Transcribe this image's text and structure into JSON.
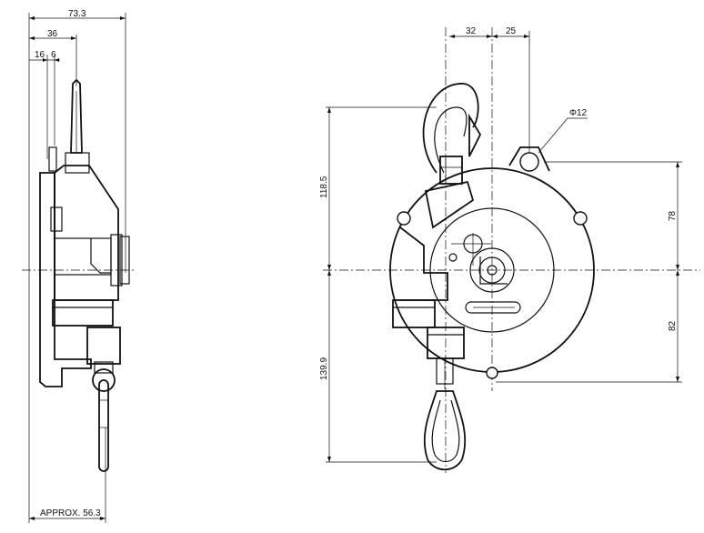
{
  "dimensions": {
    "overall_width": "73.3",
    "width_36": "36",
    "width_16": "16",
    "width_6": "6",
    "approx_length": "APPROX. 56.3",
    "hook_offset_32": "32",
    "hook_offset_25": "25",
    "hole_diameter": "Φ12",
    "height_118_5": "118.5",
    "height_139_9": "139.9",
    "height_78": "78",
    "height_82": "82"
  }
}
